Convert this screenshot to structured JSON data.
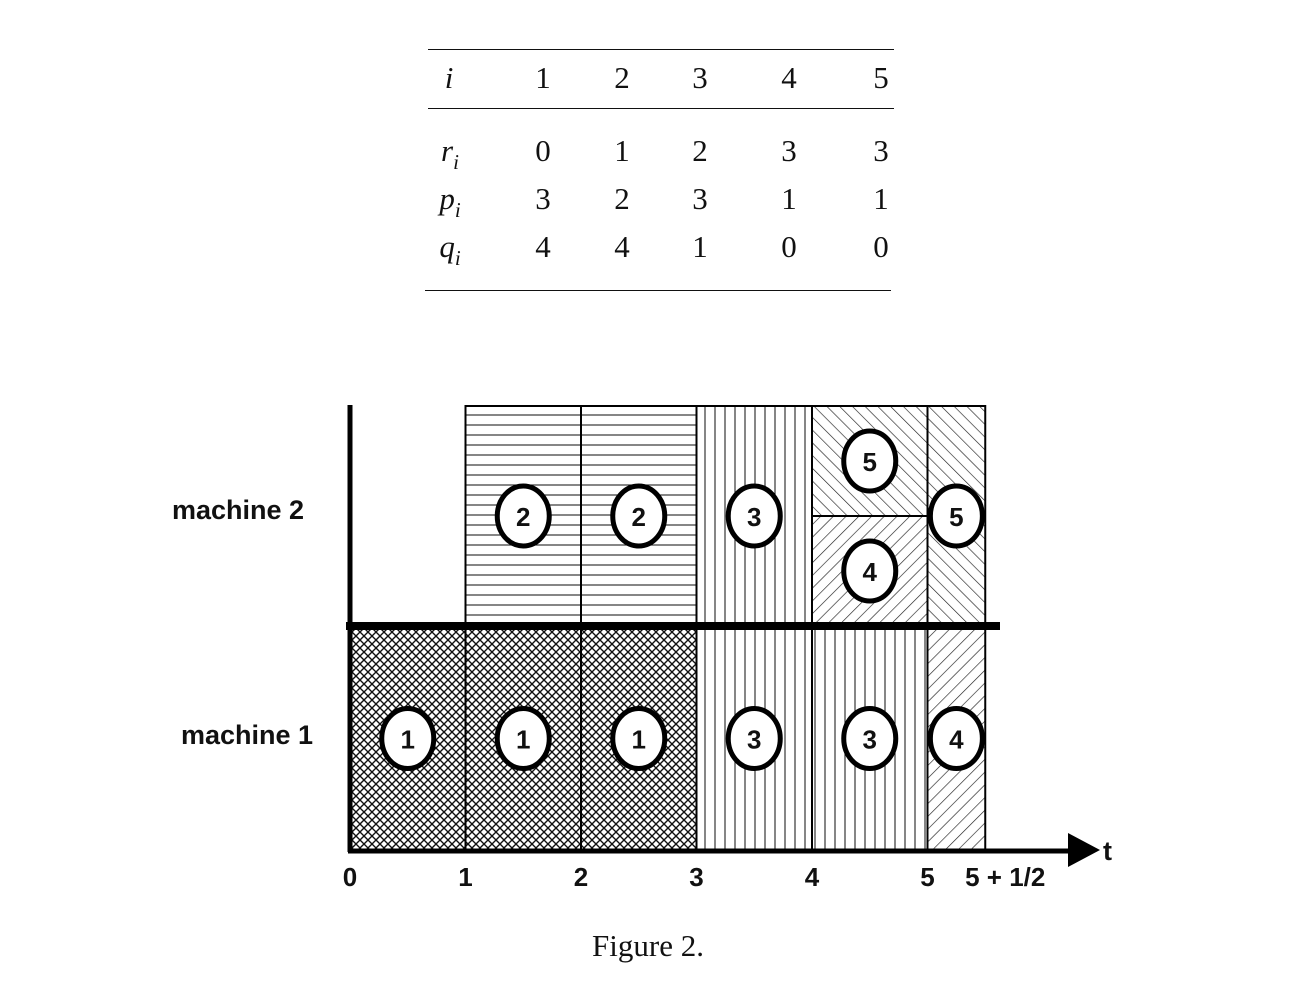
{
  "table": {
    "header_symbol": "i",
    "columns": [
      "1",
      "2",
      "3",
      "4",
      "5"
    ],
    "rows": [
      {
        "symbol": "r",
        "subscript": "i",
        "values": [
          "0",
          "1",
          "2",
          "3",
          "3"
        ]
      },
      {
        "symbol": "p",
        "subscript": "i",
        "values": [
          "3",
          "2",
          "3",
          "1",
          "1"
        ]
      },
      {
        "symbol": "q",
        "subscript": "i",
        "values": [
          "4",
          "4",
          "1",
          "0",
          "0"
        ]
      }
    ]
  },
  "chart_data": {
    "type": "gantt",
    "machines": [
      "machine 2",
      "machine 1"
    ],
    "axis": {
      "label": "t",
      "ticks": [
        {
          "value": 0,
          "label": "0"
        },
        {
          "value": 1,
          "label": "1"
        },
        {
          "value": 2,
          "label": "2"
        },
        {
          "value": 3,
          "label": "3"
        },
        {
          "value": 4,
          "label": "4"
        },
        {
          "value": 5,
          "label": "5"
        },
        {
          "value": 5.5,
          "label": "5 + 1/2"
        }
      ]
    },
    "blocks": [
      {
        "machine": 2,
        "job": "2",
        "start": 1,
        "end": 2,
        "pattern": "horizontal"
      },
      {
        "machine": 2,
        "job": "2",
        "start": 2,
        "end": 3,
        "pattern": "horizontal"
      },
      {
        "machine": 2,
        "job": "3",
        "start": 3,
        "end": 4,
        "pattern": "vertical"
      },
      {
        "machine": 2,
        "job": "5",
        "start": 4,
        "end": 5,
        "share": [
          0.5,
          1
        ],
        "pattern": "diag-back"
      },
      {
        "machine": 2,
        "job": "4",
        "start": 4,
        "end": 5,
        "share": [
          0,
          0.5
        ],
        "pattern": "diag-fwd"
      },
      {
        "machine": 2,
        "job": "5",
        "start": 5,
        "end": 5.5,
        "pattern": "diag-back"
      },
      {
        "machine": 1,
        "job": "1",
        "start": 0,
        "end": 1,
        "pattern": "crosshatch"
      },
      {
        "machine": 1,
        "job": "1",
        "start": 1,
        "end": 2,
        "pattern": "crosshatch"
      },
      {
        "machine": 1,
        "job": "1",
        "start": 2,
        "end": 3,
        "pattern": "crosshatch"
      },
      {
        "machine": 1,
        "job": "3",
        "start": 3,
        "end": 4,
        "pattern": "vertical"
      },
      {
        "machine": 1,
        "job": "3",
        "start": 4,
        "end": 5,
        "pattern": "vertical"
      },
      {
        "machine": 1,
        "job": "4",
        "start": 5,
        "end": 5.5,
        "pattern": "diag-fwd"
      }
    ]
  },
  "caption": "Figure 2."
}
